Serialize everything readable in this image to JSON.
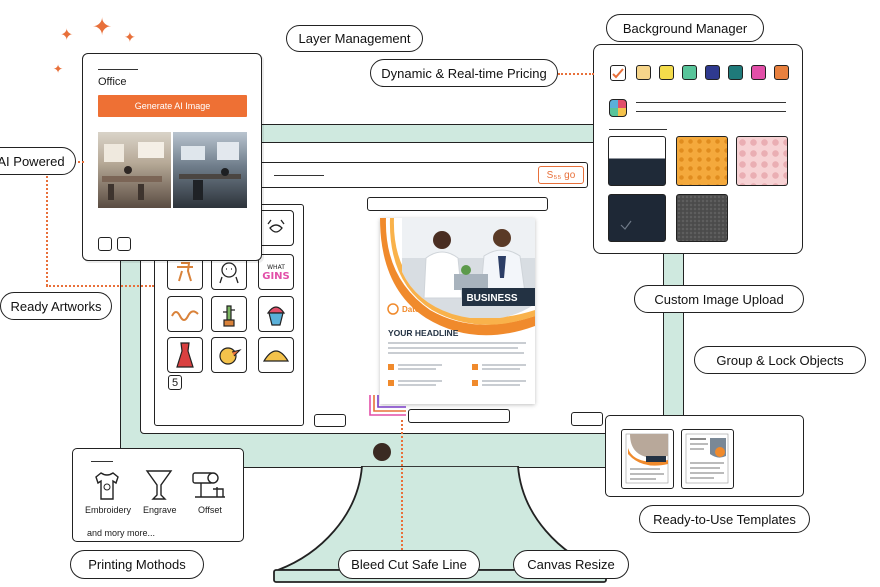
{
  "labels": {
    "layer_management": "Layer Management",
    "background_manager": "Background Manager",
    "dynamic_pricing": "Dynamic & Real-time Pricing",
    "ai_powered": "AI Powered",
    "ready_artworks": "Ready Artworks",
    "custom_image_upload": "Custom Image Upload",
    "group_lock": "Group & Lock Objects",
    "ready_templates": "Ready-to-Use Templates",
    "printing_methods": "Printing Mothods",
    "bleed_line": "Bleed Cut Safe Line",
    "canvas_resize": "Canvas Resize"
  },
  "ai_card": {
    "category": "Office",
    "button": "Generate AI Image"
  },
  "toolbar": {
    "price_button": "S₅₅ go"
  },
  "art_grid": {
    "page_number": "5"
  },
  "flyer": {
    "banner": "BUSINESS",
    "date": "Date",
    "headline": "YOUR HEADLINE"
  },
  "printing": {
    "methods": [
      "Embroidery",
      "Engrave",
      "Offset"
    ],
    "more": "and mory more..."
  },
  "colors": {
    "accent": "#e8703a",
    "monitor": "#cfe9df",
    "swatches": [
      "#ffffff",
      "#f6d58a",
      "#f4dc4b",
      "#58c49a",
      "#2f3a8f",
      "#1f7a7a",
      "#e24fa8",
      "#e8803e"
    ],
    "bg_tiles": [
      "#1f2a38",
      "#f4a93c",
      "#f7d2d4",
      "#1e2836",
      "#4b4b4b"
    ]
  }
}
